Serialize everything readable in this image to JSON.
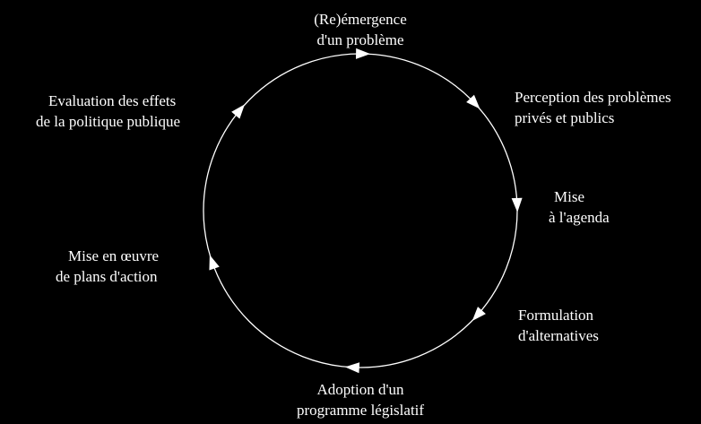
{
  "diagram": {
    "title": "Policy cycle",
    "colors": {
      "background": "#000000",
      "stroke": "#ffffff",
      "text": "#ffffff"
    },
    "stages": [
      {
        "lines": [
          "(Re)émergence",
          "d'un problème"
        ]
      },
      {
        "lines": [
          "Perception des problèmes",
          "privés et publics"
        ]
      },
      {
        "lines": [
          "Mise",
          "à l'agenda"
        ]
      },
      {
        "lines": [
          "Formulation",
          "d'alternatives"
        ]
      },
      {
        "lines": [
          "Adoption d'un",
          "programme législatif"
        ]
      },
      {
        "lines": [
          "Mise en œuvre",
          "de plans d'action"
        ]
      },
      {
        "lines": [
          "Evaluation des effets",
          "de la politique publique"
        ]
      }
    ]
  }
}
